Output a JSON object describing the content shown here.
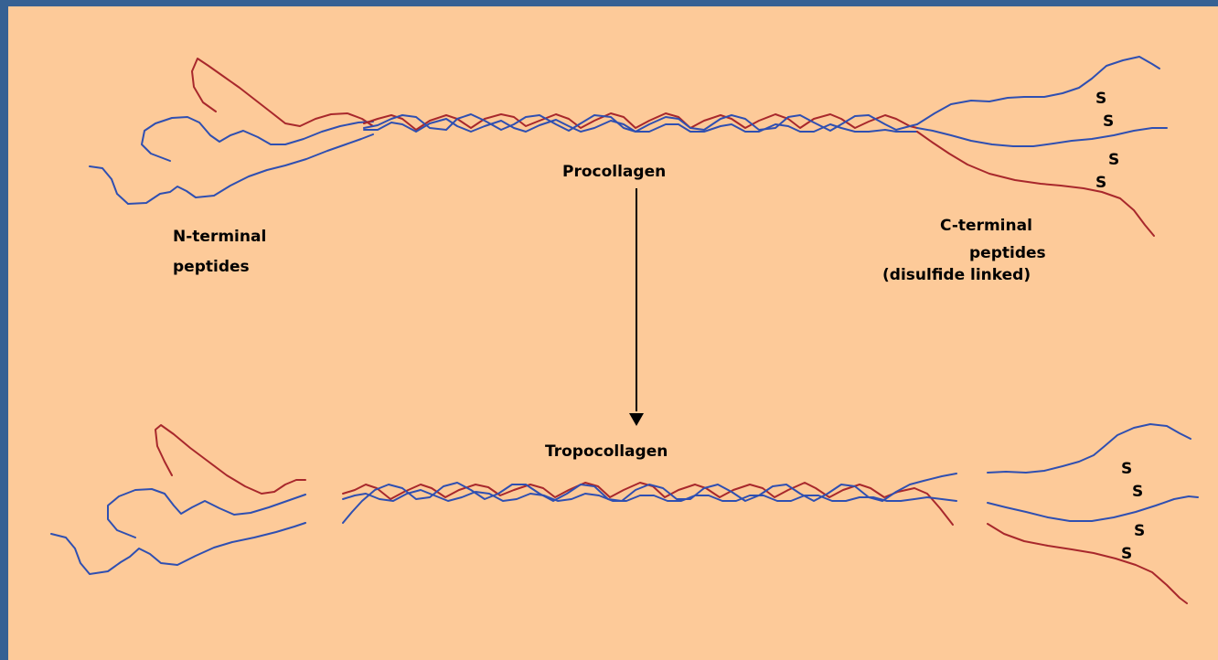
{
  "colors": {
    "frame": "#366193",
    "background": "#fdca99",
    "chain_blue": "#2f4fb1",
    "chain_red": "#a8282c",
    "text": "#000000"
  },
  "labels": {
    "procollagen": "Procollagen",
    "tropocollagen": "Tropocollagen",
    "n_terminal_line1": "N-terminal",
    "n_terminal_line2": "peptides",
    "c_terminal_line1": "C-terminal",
    "c_terminal_line2": "peptides",
    "c_terminal_line3": "(disulfide linked)",
    "disulfide_s": "S"
  }
}
